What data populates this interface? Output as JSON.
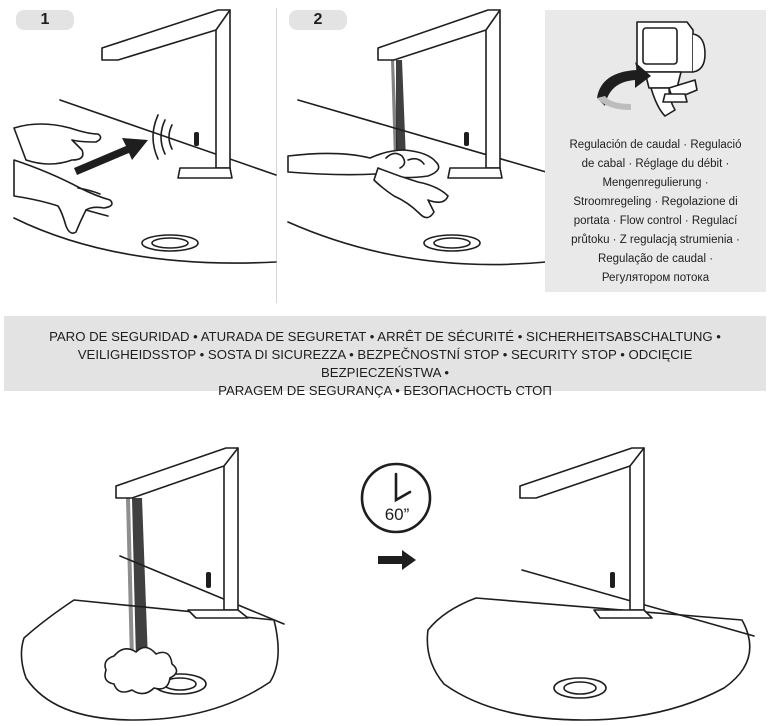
{
  "steps": [
    {
      "number": "1"
    },
    {
      "number": "2"
    }
  ],
  "flow_control": {
    "lines": [
      "Regulación de caudal · Regulació",
      "de cabal · Réglage du débit ·",
      "Mengenregulierung ·",
      "Stroomregeling · Regolazione di",
      "portata · Flow control · Regulací",
      "průtoku · Z regulacją strumienia ·",
      "Regulação de caudal ·",
      "Регулятором потока"
    ]
  },
  "safety_stop": {
    "lines": [
      "PARO DE SEGURIDAD • ATURADA DE SEGURETAT • ARRÊT DE SÉCURITÉ • SICHERHEITSABSCHALTUNG •",
      "VEILIGHEIDSSTOP • SOSTA DI SICUREZZA • BEZPEČNOSTNÍ STOP • SECURITY STOP • ODCIĘCIE BEZPIECZEŃSTWA •",
      "PARAGEM DE SEGURANÇA • БЕЗОПАСНОСТЬ СТОП"
    ]
  },
  "timer": {
    "label": "60”"
  },
  "icons": [
    "hand-wave-icon",
    "faucet-icon",
    "clock-icon",
    "arrow-right-icon",
    "rotate-arrow-icon",
    "flow-regulator-icon"
  ]
}
